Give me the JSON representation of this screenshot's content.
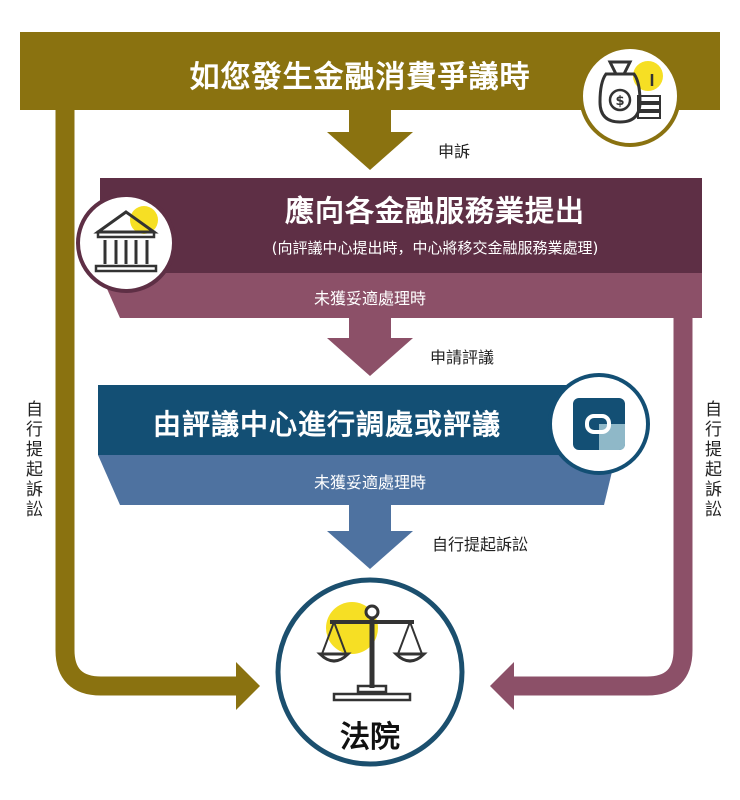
{
  "top": {
    "title": "如您發生金融消費爭議時"
  },
  "edge_complaint": "申訴",
  "step1": {
    "title": "應向各金融服務業提出",
    "subtitle": "(向評議中心提出時，中心將移交金融服務業處理)",
    "fail": "未獲妥適處理時"
  },
  "edge_apply": "申請評議",
  "step2": {
    "title": "由評議中心進行調處或評議",
    "fail": "未獲妥適處理時"
  },
  "edge_lawsuit": "自行提起訴訟",
  "side_left": "自行提起訴訟",
  "side_right": "自行提起訴訟",
  "court": {
    "label": "法院"
  },
  "icons": [
    "money-bag-icon",
    "bank-building-icon",
    "foundation-logo-icon",
    "scales-of-justice-icon"
  ],
  "colors": {
    "gold": "#8a7210",
    "maroon": "#5e2f45",
    "mauve": "#8c5068",
    "navy": "#134f74",
    "steel": "#4e72a0",
    "yellow": "#f6df24",
    "court_ring": "#1b4f6e"
  }
}
